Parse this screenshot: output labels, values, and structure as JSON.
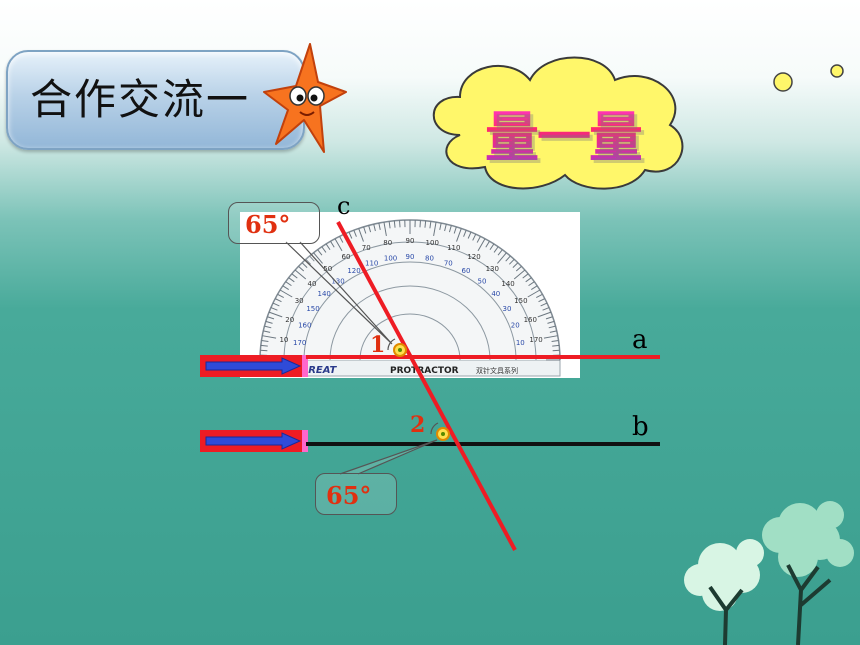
{
  "title": "合作交流一",
  "cloud_text": "量一量",
  "labels": {
    "c": "c",
    "a": "a",
    "b": "b",
    "angle1": "1",
    "angle2": "2"
  },
  "callouts": {
    "top": "65°",
    "bottom": "65°"
  },
  "protractor": {
    "brand": "GREAT",
    "name": "PROTRACTOR",
    "series": "双针文具系列",
    "outer_ticks": [
      "10",
      "20",
      "30",
      "40",
      "50",
      "60",
      "70",
      "80",
      "90",
      "100",
      "110",
      "120",
      "130",
      "140",
      "150",
      "160",
      "170"
    ],
    "inner_ticks": [
      "170",
      "160",
      "150",
      "140",
      "130",
      "120",
      "110",
      "100",
      "90",
      "80",
      "70",
      "60",
      "50",
      "40",
      "30",
      "20",
      "10"
    ]
  },
  "colors": {
    "line_red": "#ee1c24",
    "arrow_blue": "#2f4bd8",
    "accent_orange": "#e03010"
  }
}
